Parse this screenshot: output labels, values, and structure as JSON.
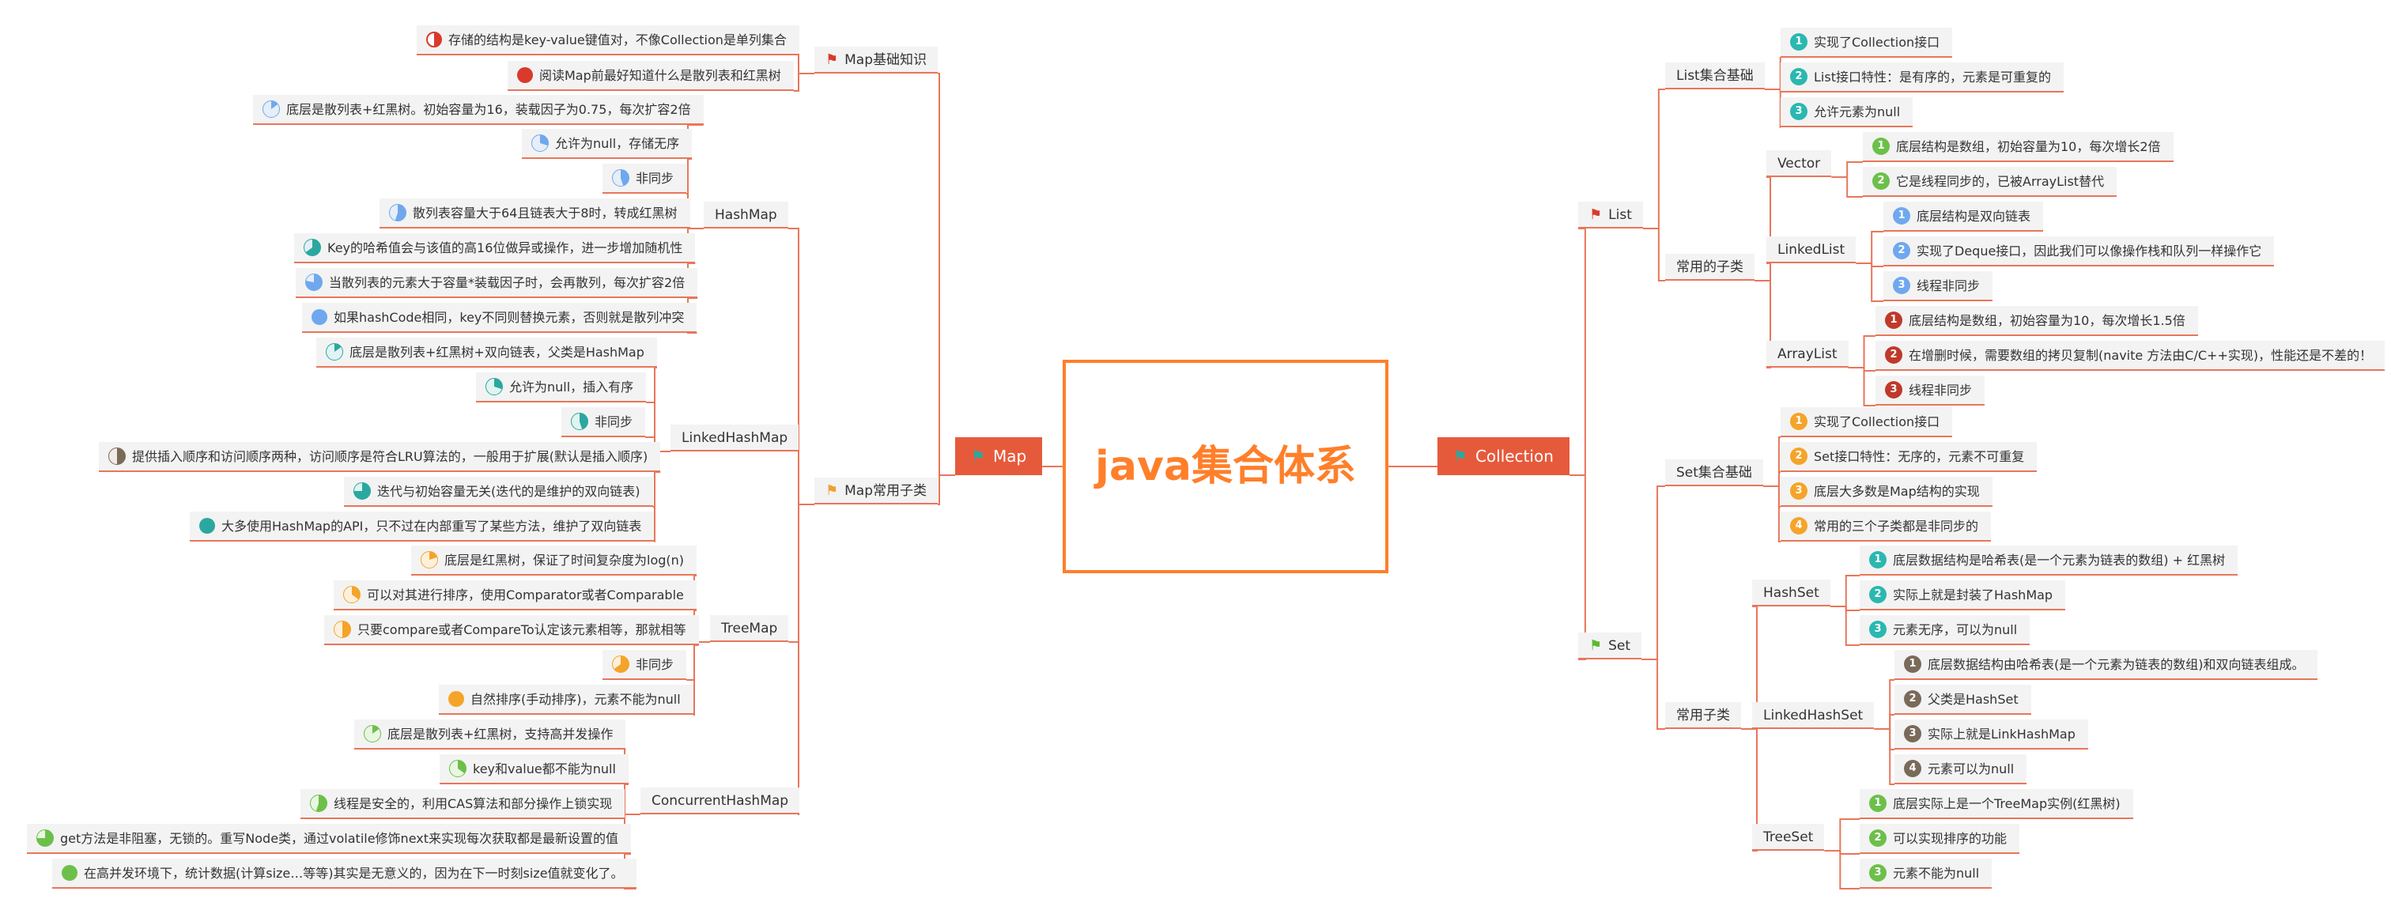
{
  "root": "java集合体系",
  "map": {
    "label": "Map",
    "basics": {
      "label": "Map基础知识",
      "items": [
        "存储的结构是key-value键值对，不像Collection是单列集合",
        "阅读Map前最好知道什么是散列表和红黑树"
      ]
    },
    "subclasses": {
      "label": "Map常用子类",
      "hashmap": {
        "label": "HashMap",
        "items": [
          "底层是散列表+红黑树。初始容量为16，装载因子为0.75，每次扩容2倍",
          "允许为null，存储无序",
          "非同步",
          "散列表容量大于64且链表大于8时，转成红黑树",
          "Key的哈希值会与该值的高16位做异或操作，进一步增加随机性",
          "当散列表的元素大于容量*装载因子时，会再散列，每次扩容2倍",
          "如果hashCode相同，key不同则替换元素，否则就是散列冲突"
        ]
      },
      "linkedhashmap": {
        "label": "LinkedHashMap",
        "items": [
          "底层是散列表+红黑树+双向链表，父类是HashMap",
          "允许为null，插入有序",
          "非同步",
          "提供插入顺序和访问顺序两种，访问顺序是符合LRU算法的，一般用于扩展(默认是插入顺序)",
          "迭代与初始容量无关(迭代的是维护的双向链表)",
          "大多使用HashMap的API，只不过在内部重写了某些方法，维护了双向链表"
        ]
      },
      "treemap": {
        "label": "TreeMap",
        "items": [
          "底层是红黑树，保证了时间复杂度为log(n)",
          "可以对其进行排序，使用Comparator或者Comparable",
          "只要compare或者CompareTo认定该元素相等，那就相等",
          "非同步",
          "自然排序(手动排序)，元素不能为null"
        ]
      },
      "concurrenthashmap": {
        "label": "ConcurrentHashMap",
        "items": [
          "底层是散列表+红黑树，支持高并发操作",
          "key和value都不能为null",
          "线程是安全的，利用CAS算法和部分操作上锁实现",
          "get方法是非阻塞，无锁的。重写Node类，通过volatile修饰next来实现每次获取都是最新设置的值",
          "在高并发环境下，统计数据(计算size…等等)其实是无意义的，因为在下一时刻size值就变化了。"
        ]
      }
    }
  },
  "collection": {
    "label": "Collection",
    "list": {
      "label": "List",
      "basics": {
        "label": "List集合基础",
        "items": [
          "实现了Collection接口",
          "List接口特性：是有序的，元素是可重复的",
          "允许元素为null"
        ]
      },
      "subclasses": {
        "label": "常用的子类",
        "vector": {
          "label": "Vector",
          "items": [
            "底层结构是数组，初始容量为10，每次增长2倍",
            "它是线程同步的，已被ArrayList替代"
          ]
        },
        "linkedlist": {
          "label": "LinkedList",
          "items": [
            "底层结构是双向链表",
            "实现了Deque接口，因此我们可以像操作栈和队列一样操作它",
            "线程非同步"
          ]
        },
        "arraylist": {
          "label": "ArrayList",
          "items": [
            "底层结构是数组，初始容量为10，每次增长1.5倍",
            "在增删时候，需要数组的拷贝复制(navite 方法由C/C++实现)，性能还是不差的！",
            "线程非同步"
          ]
        }
      }
    },
    "set": {
      "label": "Set",
      "basics": {
        "label": "Set集合基础",
        "items": [
          "实现了Collection接口",
          "Set接口特性：无序的，元素不可重复",
          "底层大多数是Map结构的实现",
          "常用的三个子类都是非同步的"
        ]
      },
      "subclasses": {
        "label": "常用子类",
        "hashset": {
          "label": "HashSet",
          "items": [
            "底层数据结构是哈希表(是一个元素为链表的数组) + 红黑树",
            "实际上就是封装了HashMap",
            "元素无序，可以为null"
          ]
        },
        "linkedhashset": {
          "label": "LinkedHashSet",
          "items": [
            "底层数据结构由哈希表(是一个元素为链表的数组)和双向链表组成。",
            "父类是HashSet",
            "实际上就是LinkHashMap",
            "元素可以为null"
          ]
        },
        "treeset": {
          "label": "TreeSet",
          "items": [
            "底层实际上是一个TreeMap实例(红黑树)",
            "可以实现排序的功能",
            "元素不能为null"
          ]
        }
      }
    }
  },
  "colors": {
    "line": "#e8765a",
    "main_node": "#e65a3c",
    "root_text": "#ff7f2a",
    "flag_red": "#d93a2b",
    "flag_teal": "#2aa8a0",
    "flag_orange": "#f0a030",
    "flag_green": "#5fb832",
    "num_teal": "#2ab8b0",
    "num_green": "#6cc04a",
    "num_blue": "#6fa8ee",
    "num_red": "#c0392b",
    "num_orange": "#f5a42a",
    "num_brown": "#7a6a5a"
  }
}
